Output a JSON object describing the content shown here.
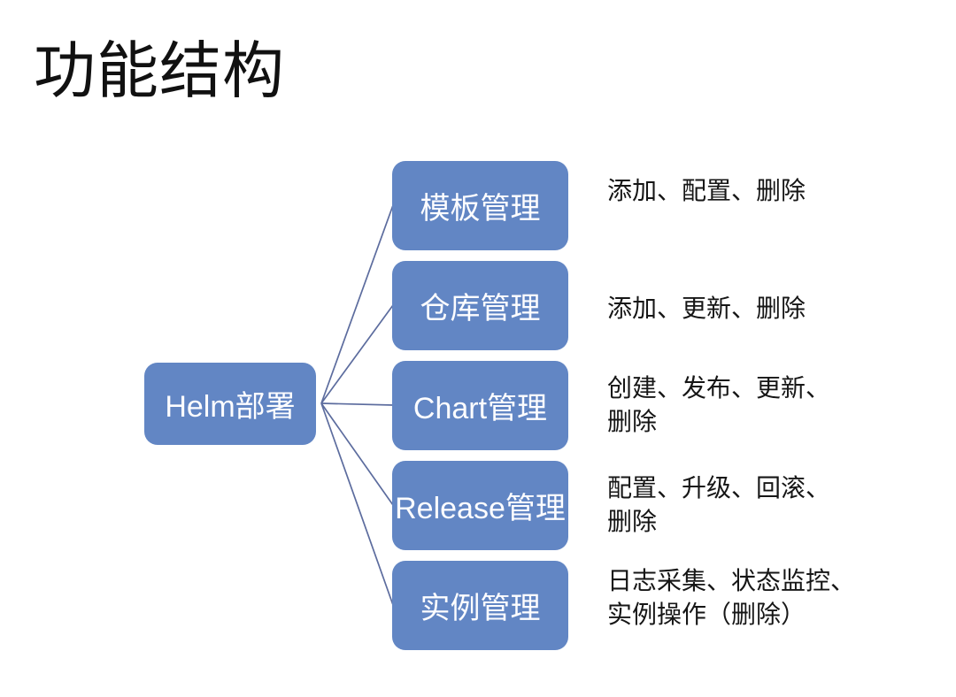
{
  "slide": {
    "title": "功能结构"
  },
  "colors": {
    "background": "#FFFFFF",
    "node_fill": "#6286C4",
    "node_text": "#FFFFFF",
    "connector": "#5C6C9E",
    "body_text": "#161616",
    "title_text": "#111111"
  },
  "root": {
    "label": "Helm部署"
  },
  "children": [
    {
      "label": "模板管理",
      "description": "添加、配置、删除"
    },
    {
      "label": "仓库管理",
      "description": "添加、更新、删除"
    },
    {
      "label": "Chart管理",
      "description": "创建、发布、更新、\n删除"
    },
    {
      "label": "Release管理",
      "description": "配置、升级、回滚、\n删除"
    },
    {
      "label": "实例管理",
      "description": "日志采集、状态监控、\n实例操作（删除）"
    }
  ]
}
